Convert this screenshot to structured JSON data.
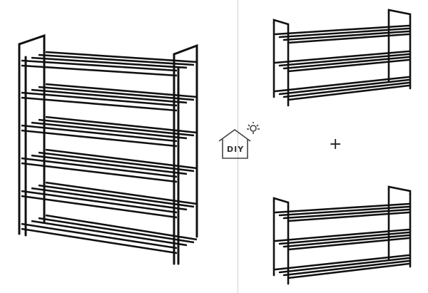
{
  "image": {
    "description_tags": [
      "shoe-rack-6-tier",
      "shoe-rack-3-tier-top",
      "shoe-rack-3-tier-bottom"
    ],
    "badge": {
      "label": "DIY",
      "icon": "house-lightbulb-icon"
    },
    "operator": {
      "symbol": "+"
    },
    "colors": {
      "frame": "#111111",
      "background": "#ffffff",
      "divider": "#cfcfcf"
    }
  }
}
